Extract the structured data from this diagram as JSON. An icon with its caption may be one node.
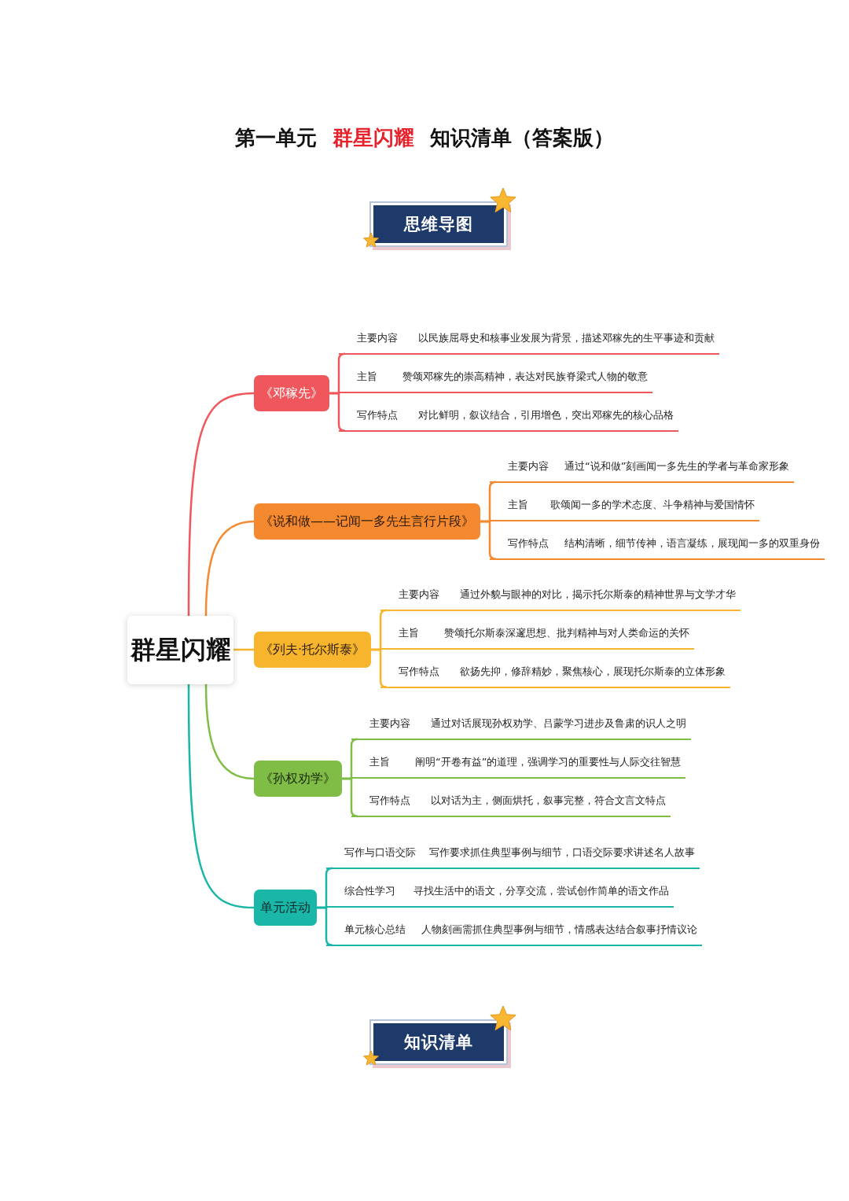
{
  "diagram": {
    "title": "第一单元 群星闪耀 知识清单（答案版）",
    "nodes": [
      {
        "text": [
          "思维导图"
        ]
      },
      {
        "text": [
          "群星闪耀"
        ]
      },
      {
        "text": [
          "《邓稼先》"
        ]
      },
      {
        "text": [
          "主要内容",
          "以民族屈辱史和核事业发展为背景，描述邓稼先的生平事迹和贡献"
        ]
      },
      {
        "text": [
          "主旨",
          "赞颂邓稼先的崇高精神，表达对民族脊梁式人物的敬意"
        ]
      },
      {
        "text": [
          "写作特点",
          "对比鲜明，叙议结合，引用增色，突出邓稼先的核心品格"
        ]
      },
      {
        "text": [
          "《说和做——记闻一多先生言行片段》"
        ]
      },
      {
        "text": [
          "主要内容",
          "通过“说和做”刻画闻一多先生的学者与革命家形象"
        ]
      },
      {
        "text": [
          "主旨",
          "歌颂闻一多的学术态度、斗争精神与爱国情怀"
        ]
      },
      {
        "text": [
          "写作特点",
          "结构清晰，细节传神，语言凝练，展现闻一多的双重身份"
        ]
      },
      {
        "text": [
          "《列夫·托尔斯泰》"
        ]
      },
      {
        "text": [
          "主要内容",
          "通过外貌与眼神的对比，揭示托尔斯泰的精神世界与文学才华"
        ]
      },
      {
        "text": [
          "主旨",
          "赞颂托尔斯泰深邃思想、批判精神与对人类命运的关怀"
        ]
      },
      {
        "text": [
          "写作特点",
          "欲扬先抑，修辞精妙，聚焦核心，展现托尔斯泰的立体形象"
        ]
      },
      {
        "text": [
          "《孙权劝学》"
        ]
      },
      {
        "text": [
          "主要内容",
          "通过对话展现孙权劝学、吕蒙学习进步及鲁肃的识人之明"
        ]
      },
      {
        "text": [
          "主旨",
          "阐明“开卷有益”的道理，强调学习的重要性与人际交往智慧"
        ]
      },
      {
        "text": [
          "写作特点",
          "以对话为主，侧面烘托，叙事完整，符合文言文特点"
        ]
      },
      {
        "text": [
          "单元活动"
        ]
      },
      {
        "text": [
          "写作与口语交际",
          "写作要求抓住典型事例与细节，口语交际要求讲述名人故事"
        ]
      },
      {
        "text": [
          "综合性学习",
          "寻找生活中的语文，分享交流，尝试创作简单的语文作品"
        ]
      },
      {
        "text": [
          "单元核心总结",
          "人物刻画需抓住典型事例与细节，情感表达结合叙事抒情议论"
        ]
      },
      {
        "text": [
          "知识清单"
        ]
      }
    ],
    "edges": [
      {
        "from": 1,
        "to": 2,
        "arrow": "none",
        "color": "#f0575d"
      },
      {
        "from": 2,
        "to": 3,
        "arrow": "none",
        "color": "#f0575d"
      },
      {
        "from": 2,
        "to": 4,
        "arrow": "none",
        "color": "#f0575d"
      },
      {
        "from": 2,
        "to": 5,
        "arrow": "none",
        "color": "#f0575d"
      },
      {
        "from": 1,
        "to": 6,
        "arrow": "none",
        "color": "#f5892f"
      },
      {
        "from": 6,
        "to": 7,
        "arrow": "none",
        "color": "#f5892f"
      },
      {
        "from": 6,
        "to": 8,
        "arrow": "none",
        "color": "#f5892f"
      },
      {
        "from": 6,
        "to": 9,
        "arrow": "none",
        "color": "#f5892f"
      },
      {
        "from": 1,
        "to": 10,
        "arrow": "none",
        "color": "#f6b52c"
      },
      {
        "from": 10,
        "to": 11,
        "arrow": "none",
        "color": "#f6b52c"
      },
      {
        "from": 10,
        "to": 12,
        "arrow": "none",
        "color": "#f6b52c"
      },
      {
        "from": 10,
        "to": 13,
        "arrow": "none",
        "color": "#f6b52c"
      },
      {
        "from": 1,
        "to": 14,
        "arrow": "none",
        "color": "#80bd46"
      },
      {
        "from": 14,
        "to": 15,
        "arrow": "none",
        "color": "#80bd46"
      },
      {
        "from": 14,
        "to": 16,
        "arrow": "none",
        "color": "#80bd46"
      },
      {
        "from": 14,
        "to": 17,
        "arrow": "none",
        "color": "#80bd46"
      },
      {
        "from": 1,
        "to": 18,
        "arrow": "none",
        "color": "#1ab6a8"
      },
      {
        "from": 18,
        "to": 19,
        "arrow": "none",
        "color": "#1ab6a8"
      },
      {
        "from": 18,
        "to": 20,
        "arrow": "none",
        "color": "#1ab6a8"
      },
      {
        "from": 18,
        "to": 21,
        "arrow": "none",
        "color": "#1ab6a8"
      }
    ]
  }
}
